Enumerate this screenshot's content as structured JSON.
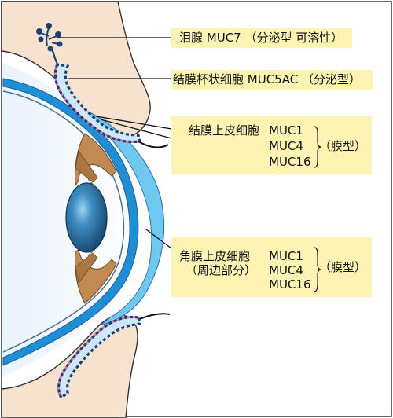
{
  "labels": {
    "lacrimal": "泪腺 MUC7 （分泌型 可溶性）",
    "goblet": "结膜杯状细胞 MUC5AC （分泌型）",
    "conj_cell": "结膜上皮细胞",
    "conj_mucins": [
      "MUC1",
      "MUC4",
      "MUC16"
    ],
    "conj_type": "（膜型）",
    "corneal_cell": "角膜上皮细胞",
    "corneal_sub": "（周边部分）",
    "corneal_mucins": [
      "MUC1",
      "MUC4",
      "MUC16"
    ],
    "corneal_type": "（膜型）"
  },
  "colors": {
    "skin": "#f7e3cd",
    "eye_blue": "#1e8fd6",
    "cornea_light": "#6ec8ef",
    "iris_brown": "#c08a52",
    "lens": "#2c6fa0",
    "label_bg": "#fdf4b4",
    "gland_dark": "#1d3f7a",
    "gland_dots": "#e46fa0"
  }
}
